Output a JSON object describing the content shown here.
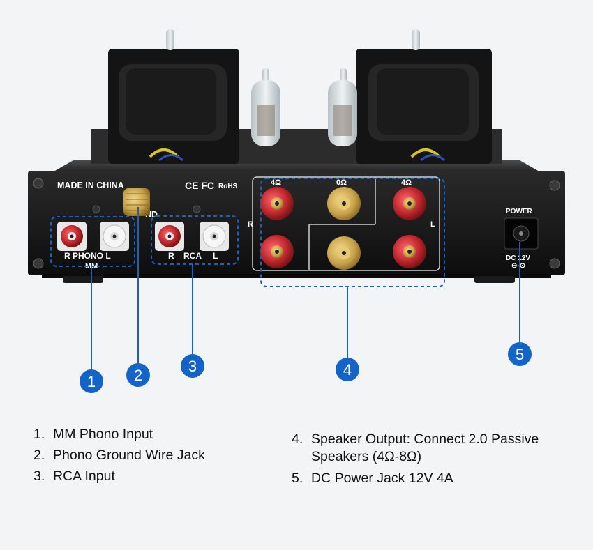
{
  "panel": {
    "made_in": "MADE IN CHINA",
    "cert": "CE FC",
    "rohs": "RoHS",
    "gnd": "ND",
    "phono_rl": "R PHONO L",
    "mm": "MM",
    "rca_r": "R",
    "rca_label": "RCA",
    "rca_l": "L",
    "ohm_left": "4Ω",
    "ohm_mid": "0Ω",
    "ohm_right": "4Ω",
    "side_r": "R",
    "side_l": "L",
    "power": "POWER",
    "dc": "DC 12V"
  },
  "markers": [
    "1",
    "2",
    "3",
    "4",
    "5"
  ],
  "legend_left": [
    {
      "n": "1.",
      "text": "MM Phono Input"
    },
    {
      "n": "2.",
      "text": "Phono Ground Wire Jack"
    },
    {
      "n": "3.",
      "text": "RCA Input"
    }
  ],
  "legend_right": [
    {
      "n": "4.",
      "text": "Speaker Output: Connect 2.0 Passive Speakers (4Ω-8Ω)"
    },
    {
      "n": "5.",
      "text": "DC Power Jack 12V 4A"
    }
  ],
  "colors": {
    "accent": "#1464c8",
    "chassis": "#161616",
    "gold": "#c9a24a",
    "red": "#c0282e"
  }
}
